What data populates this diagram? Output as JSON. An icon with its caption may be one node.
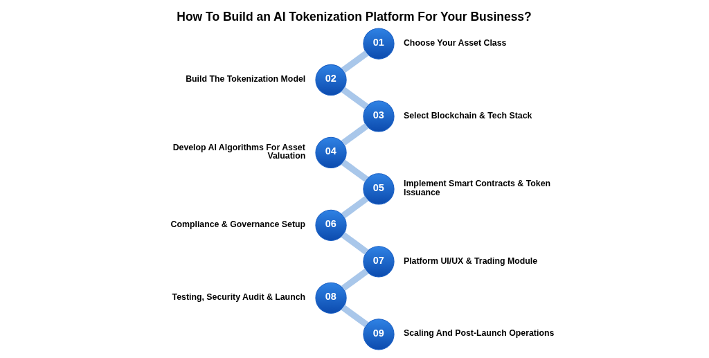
{
  "diagram": {
    "title": "How To Build an AI Tokenization Platform For Your Business?",
    "nodes": [
      {
        "text": [
          "01"
        ],
        "beside": [
          "Choose Your Asset Class"
        ]
      },
      {
        "text": [
          "02"
        ],
        "beside": [
          "Build The Tokenization Model"
        ]
      },
      {
        "text": [
          "03"
        ],
        "beside": [
          "Select Blockchain & Tech Stack"
        ]
      },
      {
        "text": [
          "04"
        ],
        "beside": [
          "Develop AI Algorithms For Asset Valuation"
        ]
      },
      {
        "text": [
          "05"
        ],
        "beside": [
          "Implement Smart Contracts & Token Issuance"
        ]
      },
      {
        "text": [
          "06"
        ],
        "beside": [
          "Compliance & Governance Setup"
        ]
      },
      {
        "text": [
          "07"
        ],
        "beside": [
          "Platform UI/UX & Trading Module"
        ]
      },
      {
        "text": [
          "08"
        ],
        "beside": [
          "Testing, Security Audit & Launch"
        ]
      },
      {
        "text": [
          "09"
        ],
        "beside": [
          "Scaling And Post-Launch Operations"
        ]
      }
    ],
    "edges": [
      {
        "from": 0,
        "to": 1,
        "arrow": "none"
      },
      {
        "from": 1,
        "to": 2,
        "arrow": "none"
      },
      {
        "from": 2,
        "to": 3,
        "arrow": "none"
      },
      {
        "from": 3,
        "to": 4,
        "arrow": "none"
      },
      {
        "from": 4,
        "to": 5,
        "arrow": "none"
      },
      {
        "from": 5,
        "to": 6,
        "arrow": "none"
      },
      {
        "from": 6,
        "to": 7,
        "arrow": "none"
      },
      {
        "from": 7,
        "to": 8,
        "arrow": "none"
      }
    ]
  }
}
